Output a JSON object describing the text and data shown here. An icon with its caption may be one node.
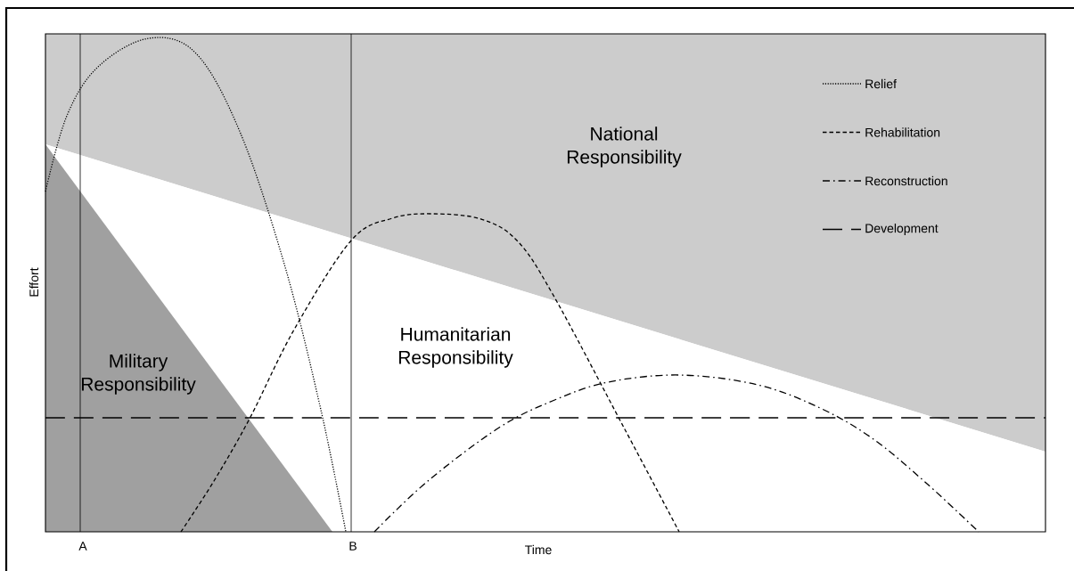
{
  "diagram": {
    "labels": [
      "National Responsibility",
      "Effort",
      "Humanitarian Responsibility",
      "Military Responsibility",
      "A",
      "B",
      "Time"
    ],
    "legend": [
      {
        "text": "Relief"
      },
      {
        "text": "Rehabilitation"
      },
      {
        "text": "Reconstruction"
      },
      {
        "text": "Development"
      }
    ]
  }
}
